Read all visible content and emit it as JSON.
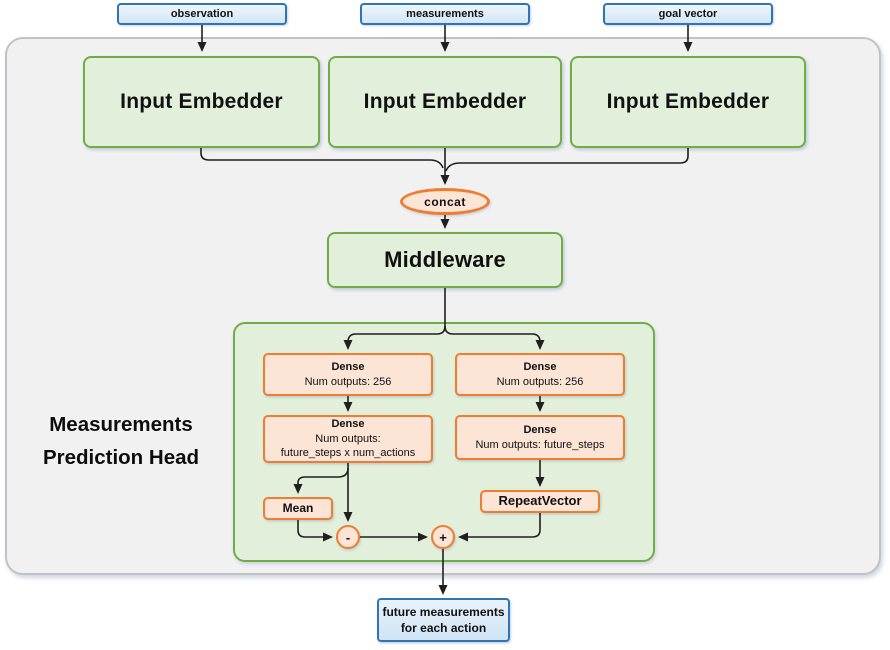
{
  "diagram": {
    "top_inputs": [
      {
        "label": "observation"
      },
      {
        "label": "measurements"
      },
      {
        "label": "goal vector"
      }
    ],
    "embedders": [
      {
        "label": "Input Embedder"
      },
      {
        "label": "Input Embedder"
      },
      {
        "label": "Input Embedder"
      }
    ],
    "concat_label": "concat",
    "middleware_label": "Middleware",
    "head": {
      "title_line1": "Measurements",
      "title_line2": "Prediction Head",
      "dense_left_1": {
        "title": "Dense",
        "detail": "Num outputs: 256"
      },
      "dense_right_1": {
        "title": "Dense",
        "detail": "Num outputs: 256"
      },
      "dense_left_2": {
        "title": "Dense",
        "detail_line1": "Num outputs:",
        "detail_line2": "future_steps x num_actions"
      },
      "dense_right_2": {
        "title": "Dense",
        "detail": "Num outputs: future_steps"
      },
      "mean_label": "Mean",
      "repeat_vector_label": "RepeatVector",
      "minus_label": "-",
      "plus_label": "+"
    },
    "output_box": {
      "line1": "future measurements",
      "line2": "for each action"
    },
    "colors": {
      "blue_border": "#2E75B6",
      "blue_fill": "#DDEBF7",
      "green_border": "#6FAE47",
      "green_fill": "#E2EFDA",
      "orange_border": "#ED7D31",
      "orange_fill": "#FCE4D6",
      "frame_fill": "#F1F1F2",
      "frame_border": "#C2C2C4",
      "wire_color": "#1F1F1F"
    }
  }
}
